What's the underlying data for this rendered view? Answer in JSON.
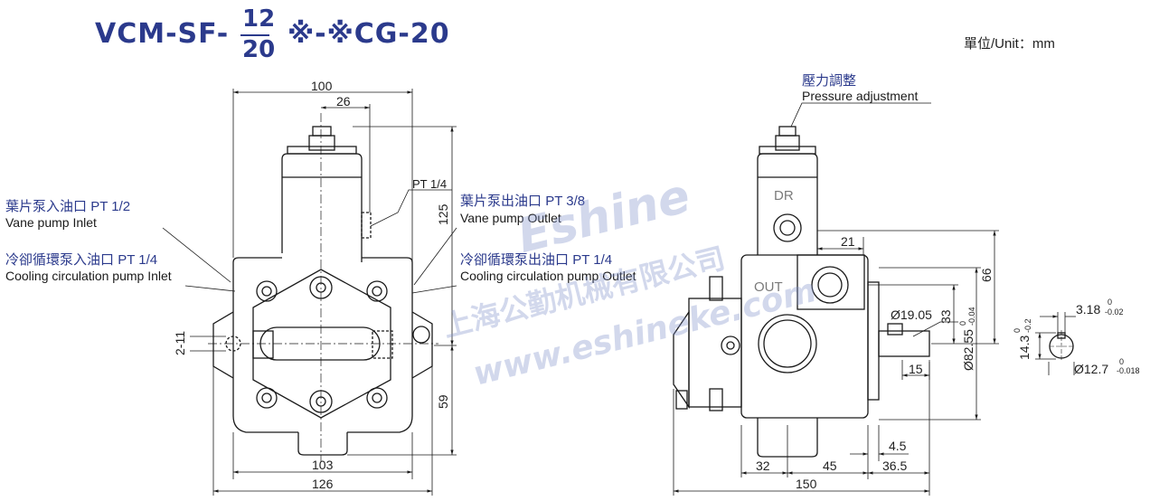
{
  "title": {
    "prefix": "VCM-SF-",
    "num_top": "12",
    "num_bottom": "20",
    "suffix": "※-※CG-20"
  },
  "unit_label": "單位/Unit：mm",
  "callouts": {
    "vane_inlet_cn": "葉片泵入油口",
    "vane_inlet_pt": "PT 1/2",
    "vane_inlet_en": "Vane pump Inlet",
    "cool_inlet_cn": "冷卻循環泵入油口",
    "cool_inlet_pt": "PT 1/4",
    "cool_inlet_en": "Cooling circulation pump Inlet",
    "vane_outlet_cn": "葉片泵出油口",
    "vane_outlet_pt": "PT 3/8",
    "vane_outlet_en": "Vane pump Outlet",
    "cool_outlet_cn": "冷卻循環泵出油口",
    "cool_outlet_pt": "PT 1/4",
    "cool_outlet_en": "Cooling circulation pump Outlet",
    "pt14": "PT 1/4",
    "pressure_cn": "壓力調整",
    "pressure_en": "Pressure adjustment",
    "dr": "DR",
    "out": "OUT"
  },
  "dimensions": {
    "d100": "100",
    "d26": "26",
    "d125": "125",
    "d59": "59",
    "d2_11": "2-11",
    "d103": "103",
    "d126": "126",
    "d21": "21",
    "d66": "66",
    "d33": "33",
    "d82_55": "Ø82.55",
    "d82_tol_hi": "0",
    "d82_tol_lo": "-0.04",
    "d19_05": "Ø19.05",
    "d15": "15",
    "d4_5": "4.5",
    "d32": "32",
    "d45": "45",
    "d36_5": "36.5",
    "d150": "150",
    "d3_18": "3.18",
    "d3_18_hi": "0",
    "d3_18_lo": "-0.02",
    "d14_3": "14.3",
    "d14_3_hi": "0",
    "d14_3_lo": "-0.2",
    "d12_7": "Ø12.7",
    "d12_7_hi": "0",
    "d12_7_lo": "-0.018"
  },
  "watermark": {
    "brand": "Eshine",
    "company_cn": "上海公勤机械有限公司",
    "url": "www.eshineke.com"
  },
  "colors": {
    "title": "#2b3a8c",
    "line": "#1a1a1a",
    "watermark": "#7f8fc9"
  }
}
